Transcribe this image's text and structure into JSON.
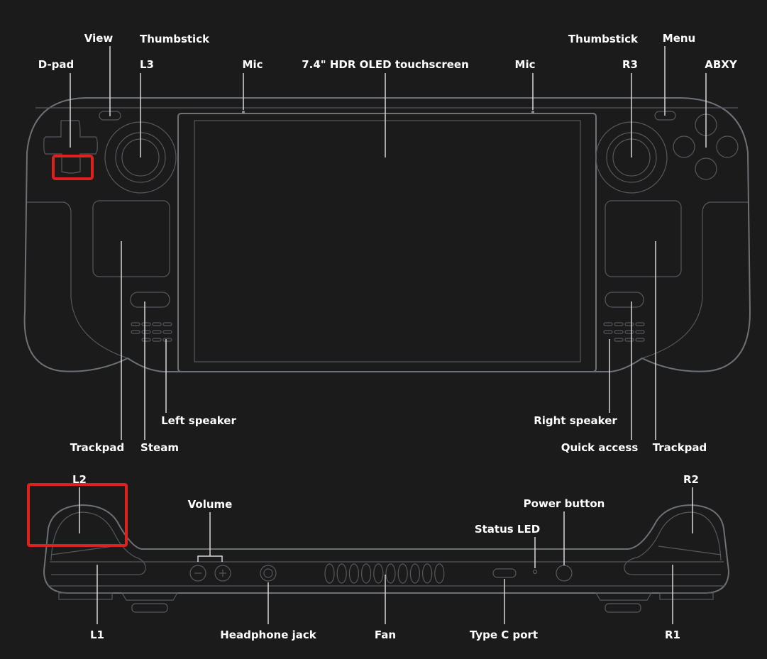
{
  "front_view": {
    "labels": {
      "view": "View",
      "thumbstick_l3_line1": "Thumbstick",
      "thumbstick_l3_line2": "L3",
      "dpad": "D-pad",
      "mic_left": "Mic",
      "touchscreen": "7.4\" HDR OLED touchscreen",
      "mic_right": "Mic",
      "thumbstick_r3_line1": "Thumbstick",
      "thumbstick_r3_line2": "R3",
      "menu": "Menu",
      "abxy": "ABXY",
      "left_speaker": "Left speaker",
      "trackpad_left": "Trackpad",
      "steam": "Steam",
      "right_speaker": "Right speaker",
      "quick_access": "Quick access",
      "trackpad_right": "Trackpad"
    }
  },
  "top_view": {
    "labels": {
      "l2": "L2",
      "r2": "R2",
      "volume": "Volume",
      "power_button": "Power button",
      "status_led": "Status LED",
      "l1": "L1",
      "headphone_jack": "Headphone jack",
      "fan": "Fan",
      "type_c_port": "Type C port",
      "r1": "R1"
    }
  },
  "highlight_color": "#e0201c"
}
